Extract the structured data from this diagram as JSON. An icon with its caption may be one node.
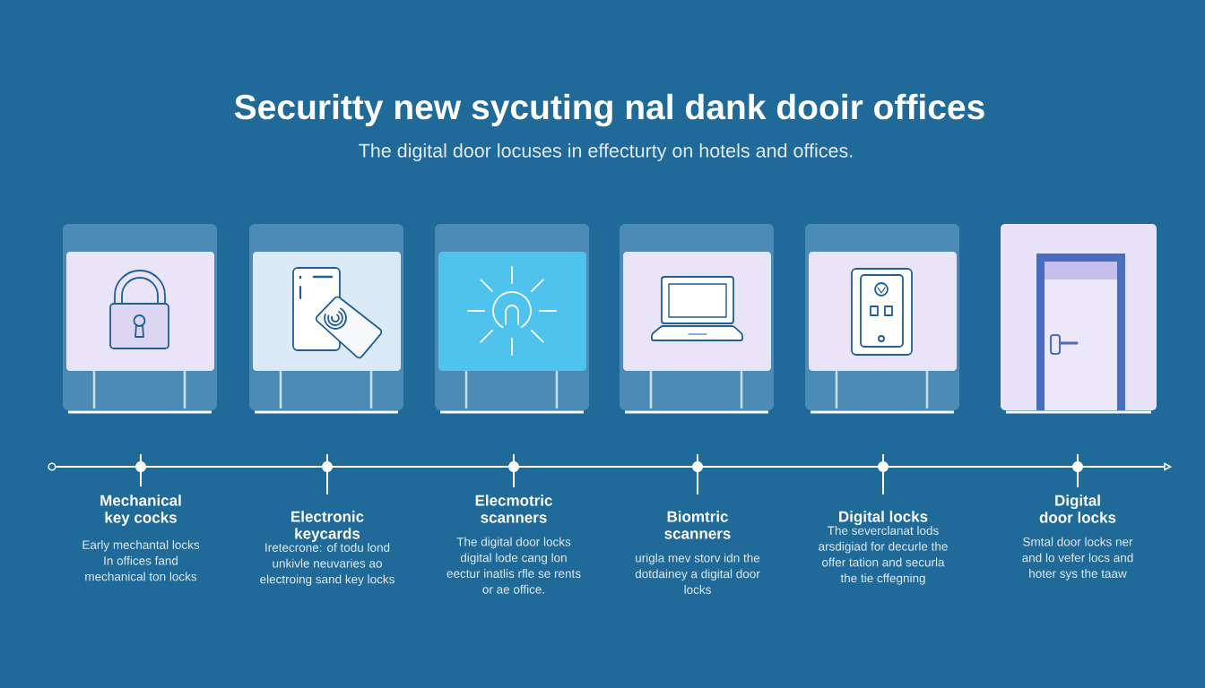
{
  "diagram": {
    "title": "Securitty new sycuting nal dank dooir offices",
    "nodes": [
      {
        "text": [
          "Mechanical key cocks",
          "Early mechantal locks In offices fand mechanical ton locks"
        ]
      },
      {
        "text": [
          "Electronic keycards",
          "Iretecrone: of todu lond unkivle neuvaries ao electroing sand key locks"
        ]
      },
      {
        "text": [
          "Elecmotric scanners",
          "The digital door locks digital lode cang lon eectur inatlis rfle se rents or ae office."
        ]
      },
      {
        "text": [
          "Biomtric scanners",
          "urigla mev storv idn the dotdainey a digital door locks"
        ]
      },
      {
        "text": [
          "Digital locks",
          "The severclanat lods arsdigiad for decurle the offer tation and securla the tie cffegning"
        ]
      },
      {
        "text": [
          "Digital door locks",
          "Smtal door locks ner and lo vefer locs and hoter sys the taaw"
        ]
      }
    ],
    "labels": [
      "The digital door locuses in effecturty on hotels and offices."
    ]
  }
}
